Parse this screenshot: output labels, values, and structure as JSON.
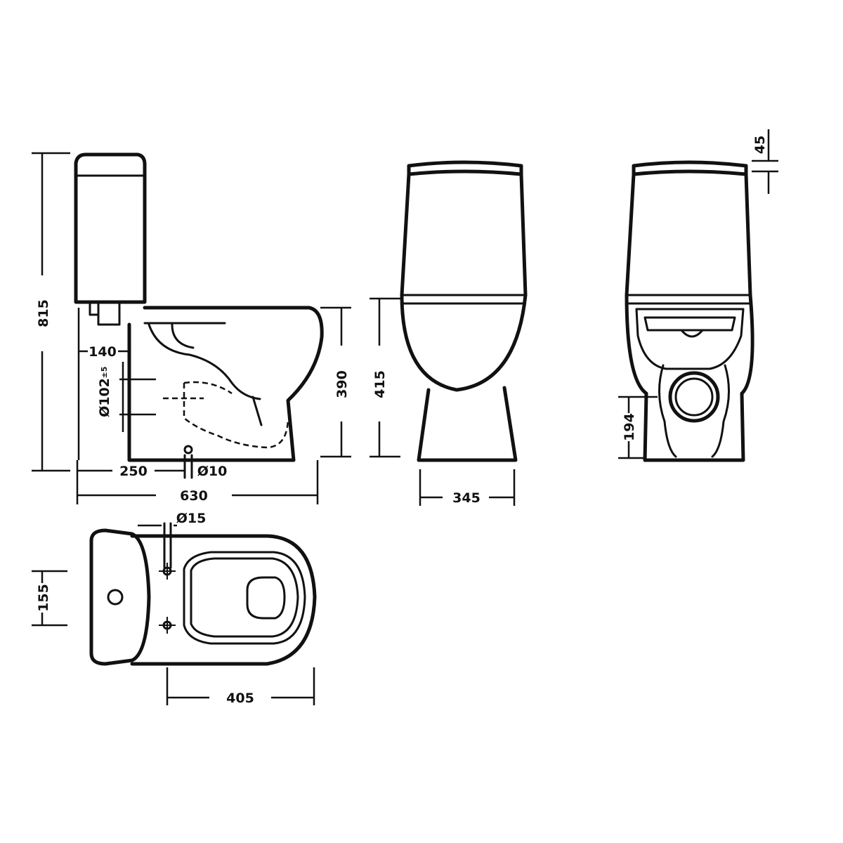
{
  "dimensions": {
    "overall_height": "815",
    "inlet_height": "140",
    "outlet_diameter": "Ø102",
    "outlet_tolerance": "±5",
    "pan_height_side": "390",
    "pan_height_front": "415",
    "fixing_offset": "250",
    "fixing_diameter": "Ø10",
    "overall_depth": "630",
    "front_width": "345",
    "lid_thickness": "45",
    "outlet_height": "194",
    "floor_fixing_diameter": "Ø15",
    "fixing_spacing": "155",
    "fixing_to_front": "405"
  },
  "colors": {
    "line": "#111111",
    "background": "#ffffff"
  }
}
